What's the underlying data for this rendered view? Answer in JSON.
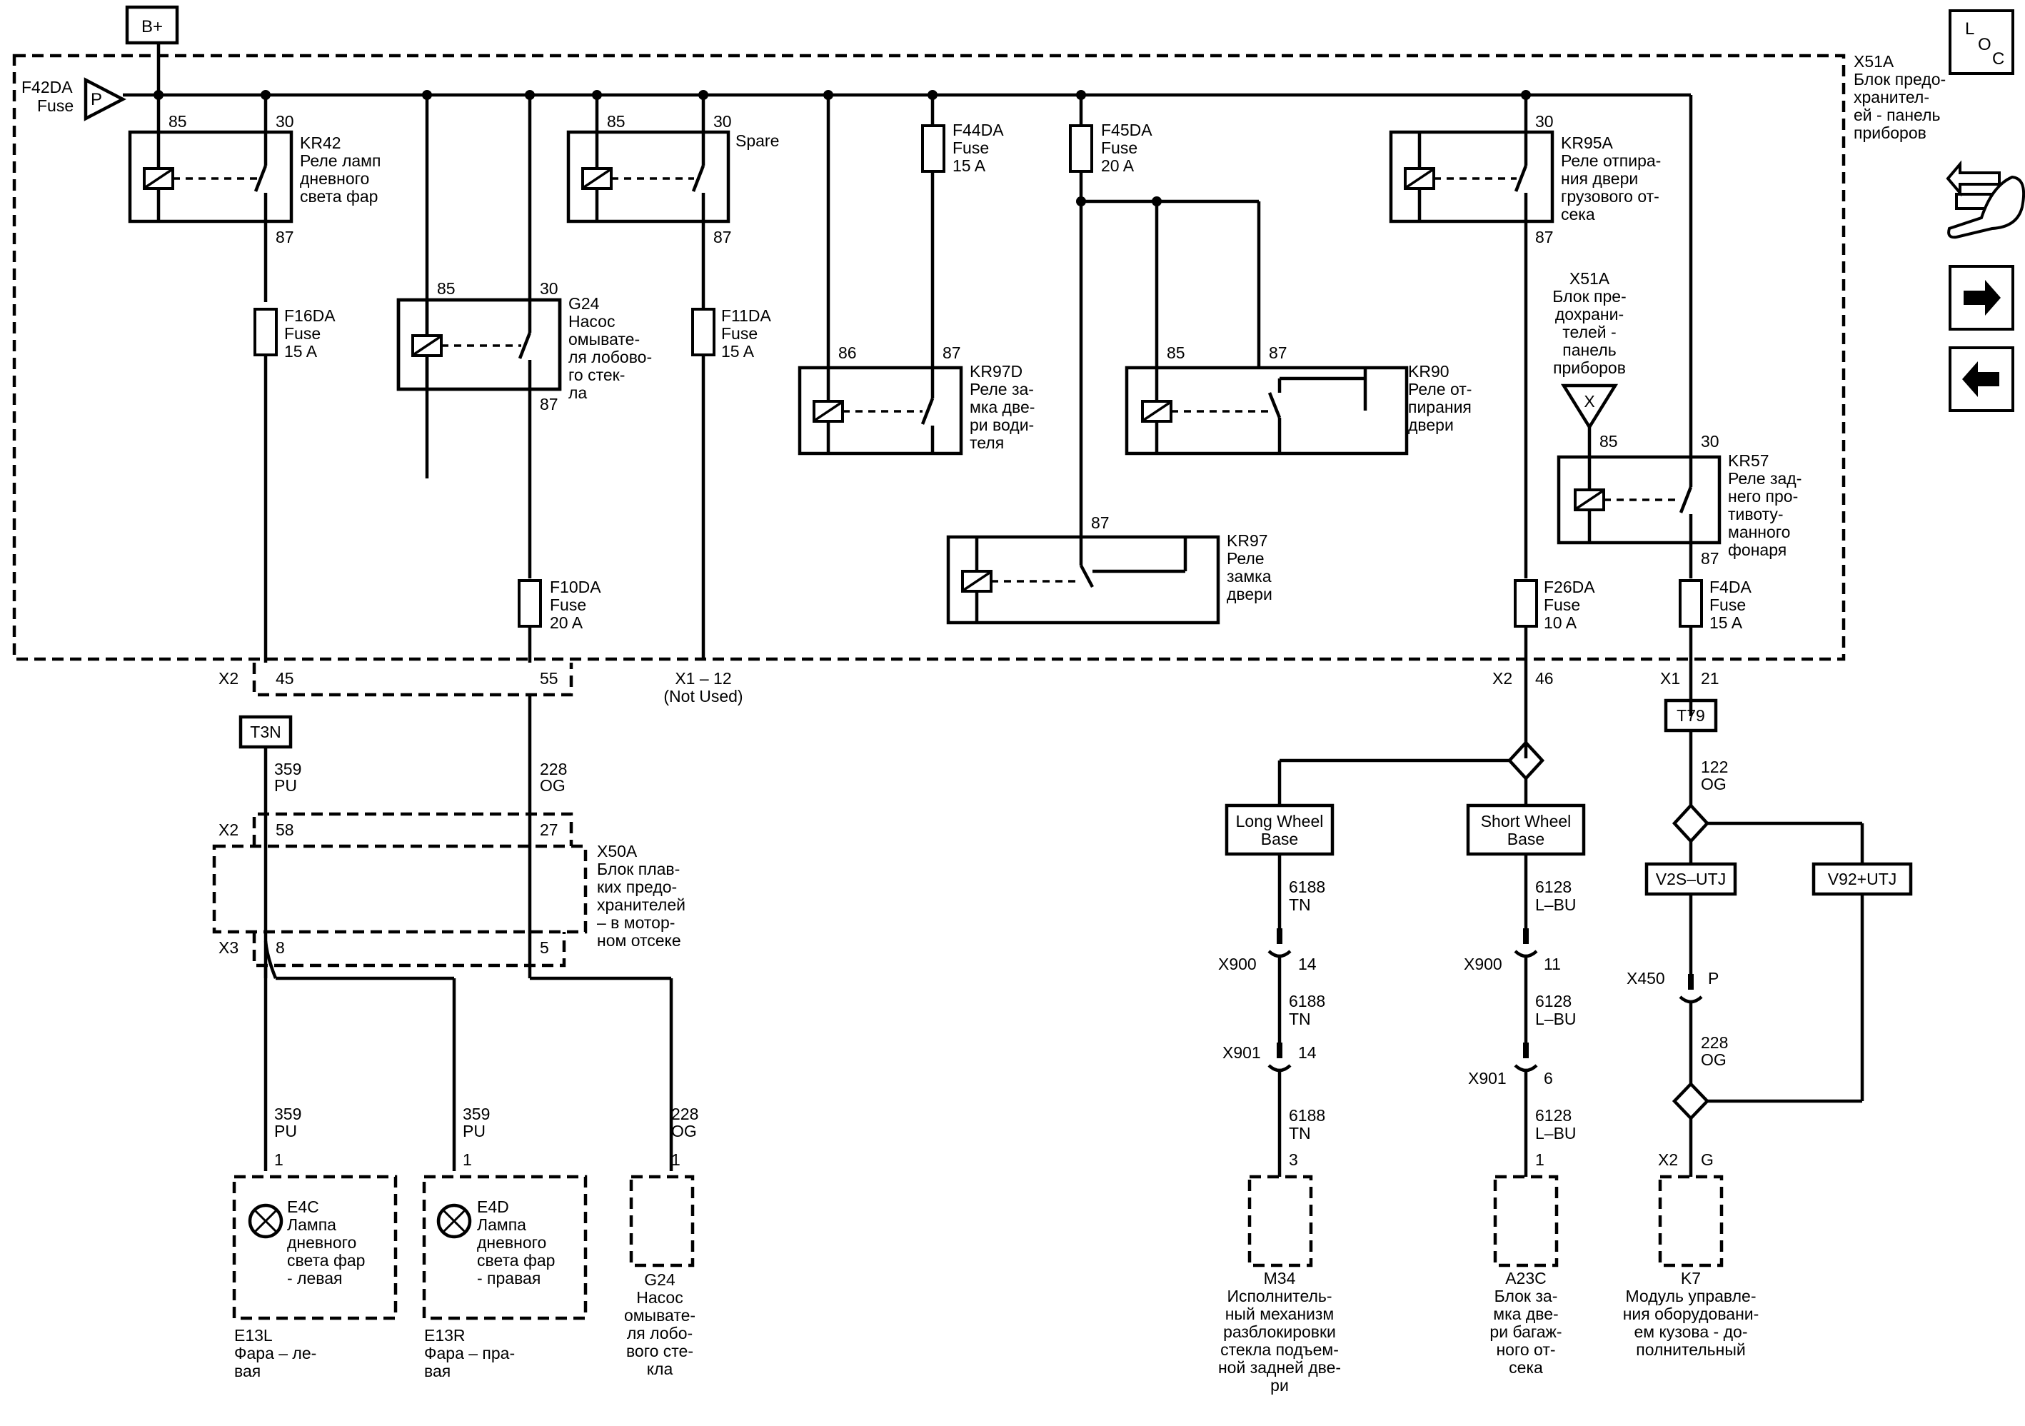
{
  "battery": {
    "label": "B+"
  },
  "loc_badge": {
    "l": "L",
    "o": "O",
    "c": "C"
  },
  "feed_fuse": {
    "name": "F42DA",
    "type": "Fuse",
    "symbol": "P"
  },
  "module": {
    "name": "X51A",
    "desc": [
      "Блок предо-",
      "хранител-",
      "ей - панель",
      "приборов"
    ]
  },
  "relays": {
    "kr42": {
      "id": "KR42",
      "desc": [
        "Реле ламп",
        "дневного",
        "света фар"
      ],
      "pin_a": "85",
      "pin_b": "30",
      "pin_out": "87"
    },
    "spare": {
      "id": "Spare",
      "pin_a": "85",
      "pin_b": "30",
      "pin_out": "87"
    },
    "g24": {
      "id": "G24",
      "desc": [
        "Насос",
        "омывате-",
        "ля лобово-",
        "го стек-",
        "ла"
      ],
      "pin_a": "85",
      "pin_b": "30",
      "pin_out": "87"
    },
    "kr97d": {
      "id": "KR97D",
      "desc": [
        "Реле за-",
        "мка две-",
        "ри води-",
        "теля"
      ],
      "pin_a": "86",
      "pin_b": "87"
    },
    "kr90": {
      "id": "KR90",
      "desc": [
        "Реле от-",
        "пирания",
        "двери"
      ],
      "pin_a": "85",
      "pin_b": "87"
    },
    "kr97": {
      "id": "KR97",
      "desc": [
        "Реле",
        "замка",
        "двери"
      ],
      "pin_out": "87"
    },
    "kr95a": {
      "id": "KR95A",
      "desc": [
        "Реле отпира-",
        "ния двери",
        "грузового от-",
        "сека"
      ],
      "pin_b": "30",
      "pin_out": "87"
    },
    "kr57": {
      "id": "KR57",
      "desc": [
        "Реле зад-",
        "него про-",
        "тивоту-",
        "манного",
        "фонаря"
      ],
      "pin_a": "85",
      "pin_b": "30",
      "pin_out": "87"
    }
  },
  "fuses": {
    "f44da": {
      "name": "F44DA",
      "type": "Fuse",
      "rating": "15 A"
    },
    "f45da": {
      "name": "F45DA",
      "type": "Fuse",
      "rating": "20 A"
    },
    "f16da": {
      "name": "F16DA",
      "type": "Fuse",
      "rating": "15 A"
    },
    "f11da": {
      "name": "F11DA",
      "type": "Fuse",
      "rating": "15 A"
    },
    "f10da": {
      "name": "F10DA",
      "type": "Fuse",
      "rating": "20 A"
    },
    "f26da": {
      "name": "F26DA",
      "type": "Fuse",
      "rating": "10 A"
    },
    "f4da": {
      "name": "F4DA",
      "type": "Fuse",
      "rating": "15 A"
    }
  },
  "ground_ref": {
    "name": "X51A",
    "desc": [
      "Блок пре-",
      "дохрани-",
      "телей -",
      "панель",
      "приборов"
    ],
    "symbol": "X"
  },
  "connectors": {
    "x2_top": {
      "name": "X2",
      "pins": [
        "45",
        "55"
      ]
    },
    "x1_12": {
      "label": "X1 – 12",
      "note": "(Not Used)"
    },
    "x2_46": {
      "name": "X2",
      "pin": "46"
    },
    "x1_21": {
      "name": "X1",
      "pin": "21"
    },
    "x2_mid": {
      "name": "X2",
      "pins": [
        "58",
        "27"
      ]
    },
    "x3": {
      "name": "X3",
      "pins": [
        "8",
        "5"
      ]
    },
    "x900_l": {
      "name": "X900",
      "pin": "14"
    },
    "x901_l": {
      "name": "X901",
      "pin": "14"
    },
    "x900_r": {
      "name": "X900",
      "pin": "11"
    },
    "x901_r": {
      "name": "X901",
      "pin": "6"
    },
    "x450": {
      "name": "X450",
      "pin": "P"
    },
    "x2_g": {
      "name": "X2",
      "pin": "G"
    }
  },
  "x50a": {
    "name": "X50A",
    "desc": [
      "Блок плав-",
      "ких предо-",
      "хранителей",
      "– в мотор-",
      "ном отсеке"
    ]
  },
  "tags": {
    "t3n": "T3N",
    "t79": "T79",
    "lwb": [
      "Long Wheel",
      "Base"
    ],
    "swb": [
      "Short Wheel",
      "Base"
    ],
    "v2s": "V2S–UTJ",
    "v92": "V92+UTJ"
  },
  "wires": {
    "w359_a": {
      "num": "359",
      "color": "PU"
    },
    "w228_a": {
      "num": "228",
      "color": "OG"
    },
    "w122": {
      "num": "122",
      "color": "OG"
    },
    "w359_l": {
      "num": "359",
      "color": "PU"
    },
    "w359_r": {
      "num": "359",
      "color": "PU"
    },
    "w228_b": {
      "num": "228",
      "color": "OG"
    },
    "w6188_1": {
      "num": "6188",
      "color": "TN"
    },
    "w6188_2": {
      "num": "6188",
      "color": "TN"
    },
    "w6188_3": {
      "num": "6188",
      "color": "TN"
    },
    "w6128_1": {
      "num": "6128",
      "color": "L–BU"
    },
    "w6128_2": {
      "num": "6128",
      "color": "L–BU"
    },
    "w6128_3": {
      "num": "6128",
      "color": "L–BU"
    },
    "w228_c": {
      "num": "228",
      "color": "OG"
    }
  },
  "components": {
    "e4c": {
      "id": "E4C",
      "pin": "1",
      "desc": [
        "Лампа",
        "дневного",
        "света фар",
        "- левая"
      ],
      "housing": "E13L",
      "housing_desc": [
        "Фара – ле-",
        "вая"
      ]
    },
    "e4d": {
      "id": "E4D",
      "pin": "1",
      "desc": [
        "Лампа",
        "дневного",
        "света фар",
        "- правая"
      ],
      "housing": "E13R",
      "housing_desc": [
        "Фара – пра-",
        "вая"
      ]
    },
    "g24m": {
      "id": "G24",
      "pin": "1",
      "desc": [
        "Насос",
        "омывате-",
        "ля лобо-",
        "вого сте-",
        "кла"
      ]
    },
    "m34": {
      "id": "M34",
      "pin": "3",
      "desc": [
        "Исполнитель-",
        "ный механизм",
        "разблокировки",
        "стекла подъем-",
        "ной задней две-",
        "ри"
      ]
    },
    "a23c": {
      "id": "A23C",
      "pin": "1",
      "desc": [
        "Блок за-",
        "мка две-",
        "ри багаж-",
        "ного от-",
        "сека"
      ]
    },
    "k7": {
      "id": "K7",
      "desc": [
        "Модуль управле-",
        "ния оборудовани-",
        "ем кузова - до-",
        "полнительный"
      ]
    }
  },
  "nav": {
    "tools": "wrench-arrows-icon",
    "next": "arrow-right-icon",
    "prev": "arrow-left-icon"
  }
}
